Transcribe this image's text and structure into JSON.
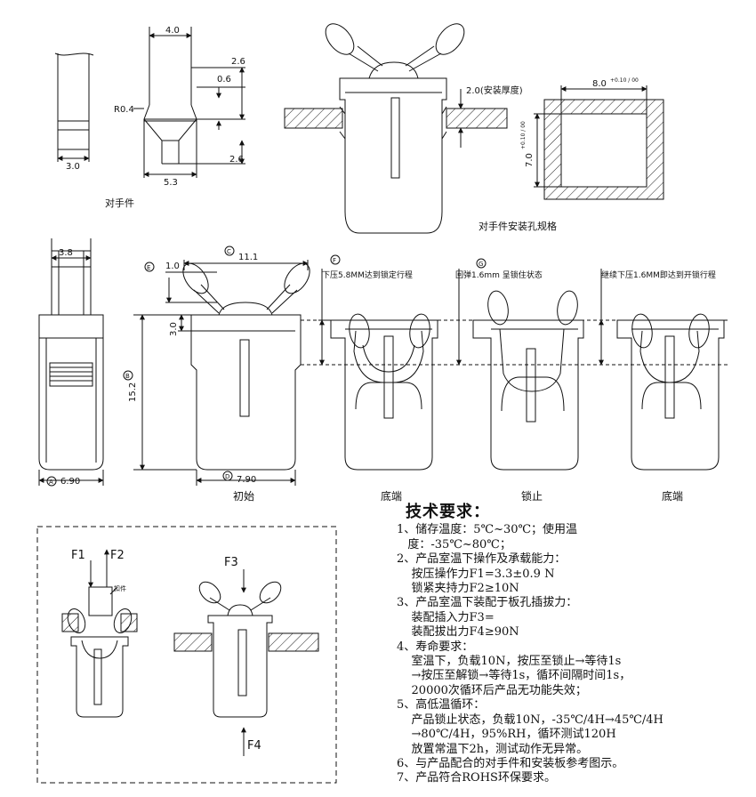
{
  "top_left": {
    "dims": {
      "w_top": "4.0",
      "h_26": "2.6",
      "h_06": "0.6",
      "r04": "R0.4",
      "w_30": "3.0",
      "w_26": "2.6",
      "w_53": "5.3"
    },
    "caption": "对手件"
  },
  "top_mid": {
    "dim": "2.0(安装厚度)",
    "caption": "对手件安装孔规格"
  },
  "top_right": {
    "dim_w": "8.0",
    "dim_w_tol": "+0.10 / 00",
    "dim_h": "7.0",
    "dim_h_tol": "+0.10 / 00"
  },
  "mid": {
    "side": {
      "dim_top": "3.8",
      "dim_bottom": "6.90",
      "mark_a": "A"
    },
    "front": {
      "dim_top": "11.1",
      "mark_c": "C",
      "dim_e": "1.0",
      "mark_e": "E",
      "dim_30": "3.0",
      "dim_152": "15.2",
      "mark_b": "B",
      "dim_bottom": "7.90",
      "mark_d": "D",
      "caption": "初始"
    },
    "state2": {
      "note": "下压5.8MM达到锁定行程",
      "mark": "F",
      "caption": "底端"
    },
    "state3": {
      "note": "回弹1.6mm 呈锁住状态",
      "mark": "G",
      "caption": "锁止"
    },
    "state4": {
      "note": "继续下压1.6MM即达到开锁行程",
      "caption": "底端"
    }
  },
  "bottom": {
    "f1": "F1",
    "f2": "F2",
    "f3": "F3",
    "f4": "F4",
    "part_label": "扣件"
  },
  "requirements": {
    "title": "技术要求：",
    "lines": [
      "1、储存温度：5℃~30℃；使用温",
      "   度：-35℃~80℃；",
      "2、产品室温下操作及承载能力：",
      "    按压操作力F1=3.3±0.9 N",
      "    锁紧夹持力F2≥10N",
      "3、产品室温下装配于板孔插拔力：",
      "    装配插入力F3=",
      "    装配拔出力F4≥90N",
      "4、寿命要求：",
      "    室温下，负载10N，按压至锁止→等待1s",
      "    →按压至解锁→等待1s，循环间隔时间1s，",
      "    20000次循环后产品无功能失效；",
      "5、高低温循环：",
      "    产品锁止状态，负载10N，-35℃/4H→45℃/4H",
      "    →80℃/4H，95%RH，循环测试120H",
      "    放置常温下2h，测试动作无异常。",
      "6、与产品配合的对手件和安装板参考图示。",
      "7、产品符合ROHS环保要求。"
    ]
  }
}
